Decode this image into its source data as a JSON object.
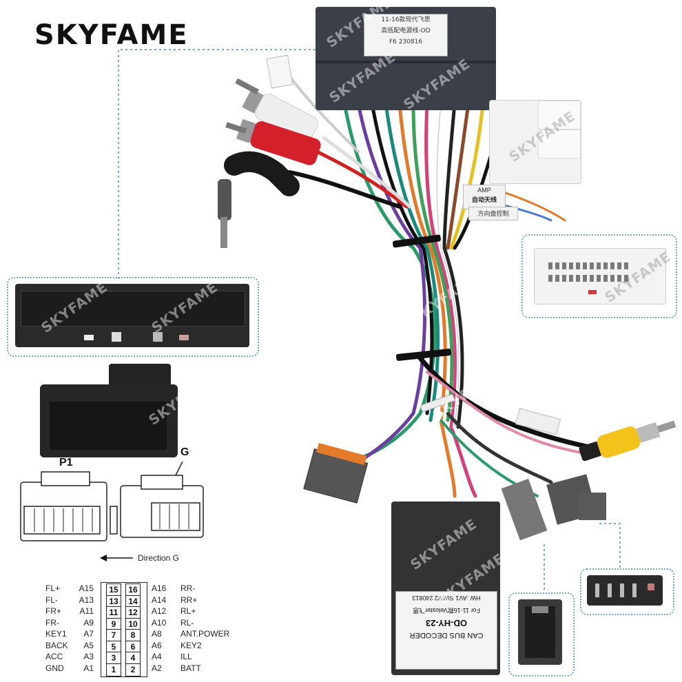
{
  "brand": {
    "logo": "SKYFAME",
    "watermark": "SKYFAME"
  },
  "top_connector_label": [
    "11-16款现代飞思",
    "高低配电源线-OD",
    "F6 230816"
  ],
  "tag_labels": {
    "antenna": "自动天线",
    "antenna_line2": "AMP",
    "steering": "方向盘控制"
  },
  "decoder_label": [
    "CAN BUS DECODER",
    "OD-HY-23",
    "For 11-16款Veloster飞思",
    "HW :AV1 SW:V2 240813"
  ],
  "pinout": {
    "p1_label": "P1",
    "g_label": "G",
    "direction": "Direction G",
    "rows": [
      {
        "left_name": "FL+",
        "left_code": "A15",
        "l": "15",
        "r": "16",
        "right_code": "A16",
        "right_name": "RR-"
      },
      {
        "left_name": "FL-",
        "left_code": "A13",
        "l": "13",
        "r": "14",
        "right_code": "A14",
        "right_name": "RR+"
      },
      {
        "left_name": "FR+",
        "left_code": "A11",
        "l": "11",
        "r": "12",
        "right_code": "A12",
        "right_name": "RL+"
      },
      {
        "left_name": "FR-",
        "left_code": "A9",
        "l": "9",
        "r": "10",
        "right_code": "A10",
        "right_name": "RL-"
      },
      {
        "left_name": "KEY1",
        "left_code": "A7",
        "l": "7",
        "r": "8",
        "right_code": "A8",
        "right_name": "ANT.POWER"
      },
      {
        "left_name": "BACK",
        "left_code": "A5",
        "l": "5",
        "r": "6",
        "right_code": "A6",
        "right_name": "KEY2"
      },
      {
        "left_name": "ACC",
        "left_code": "A3",
        "l": "3",
        "r": "4",
        "right_code": "A4",
        "right_name": "ILL"
      },
      {
        "left_name": "GND",
        "left_code": "A1",
        "l": "1",
        "r": "2",
        "right_code": "A2",
        "right_name": "BATT"
      }
    ]
  }
}
